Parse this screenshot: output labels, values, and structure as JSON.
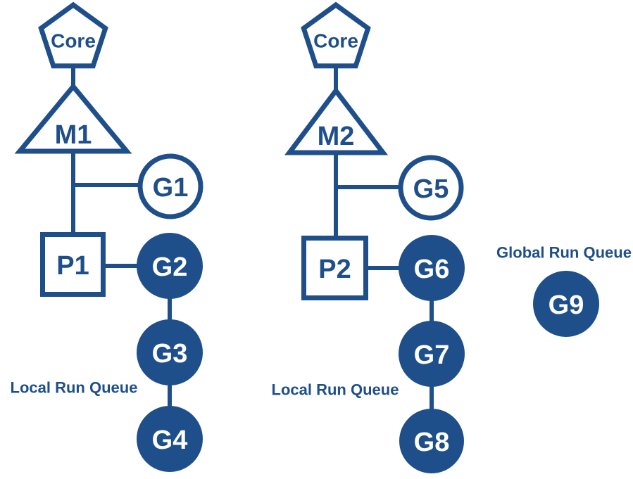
{
  "colors": {
    "primary": "#1E4F8A",
    "background": "#FFFFFF",
    "queue_node_text": "#FFFFFF"
  },
  "diagram": {
    "machines": [
      {
        "core": "Core",
        "thread": "M1",
        "processor": "P1",
        "running_goroutine": "G1",
        "local_queue": [
          "G2",
          "G3",
          "G4"
        ],
        "local_queue_label": "Local Run Queue"
      },
      {
        "core": "Core",
        "thread": "M2",
        "processor": "P2",
        "running_goroutine": "G5",
        "local_queue": [
          "G6",
          "G7",
          "G8"
        ],
        "local_queue_label": "Local Run Queue"
      }
    ],
    "global_queue": {
      "label": "Global Run Queue",
      "items": [
        "G9"
      ]
    }
  }
}
